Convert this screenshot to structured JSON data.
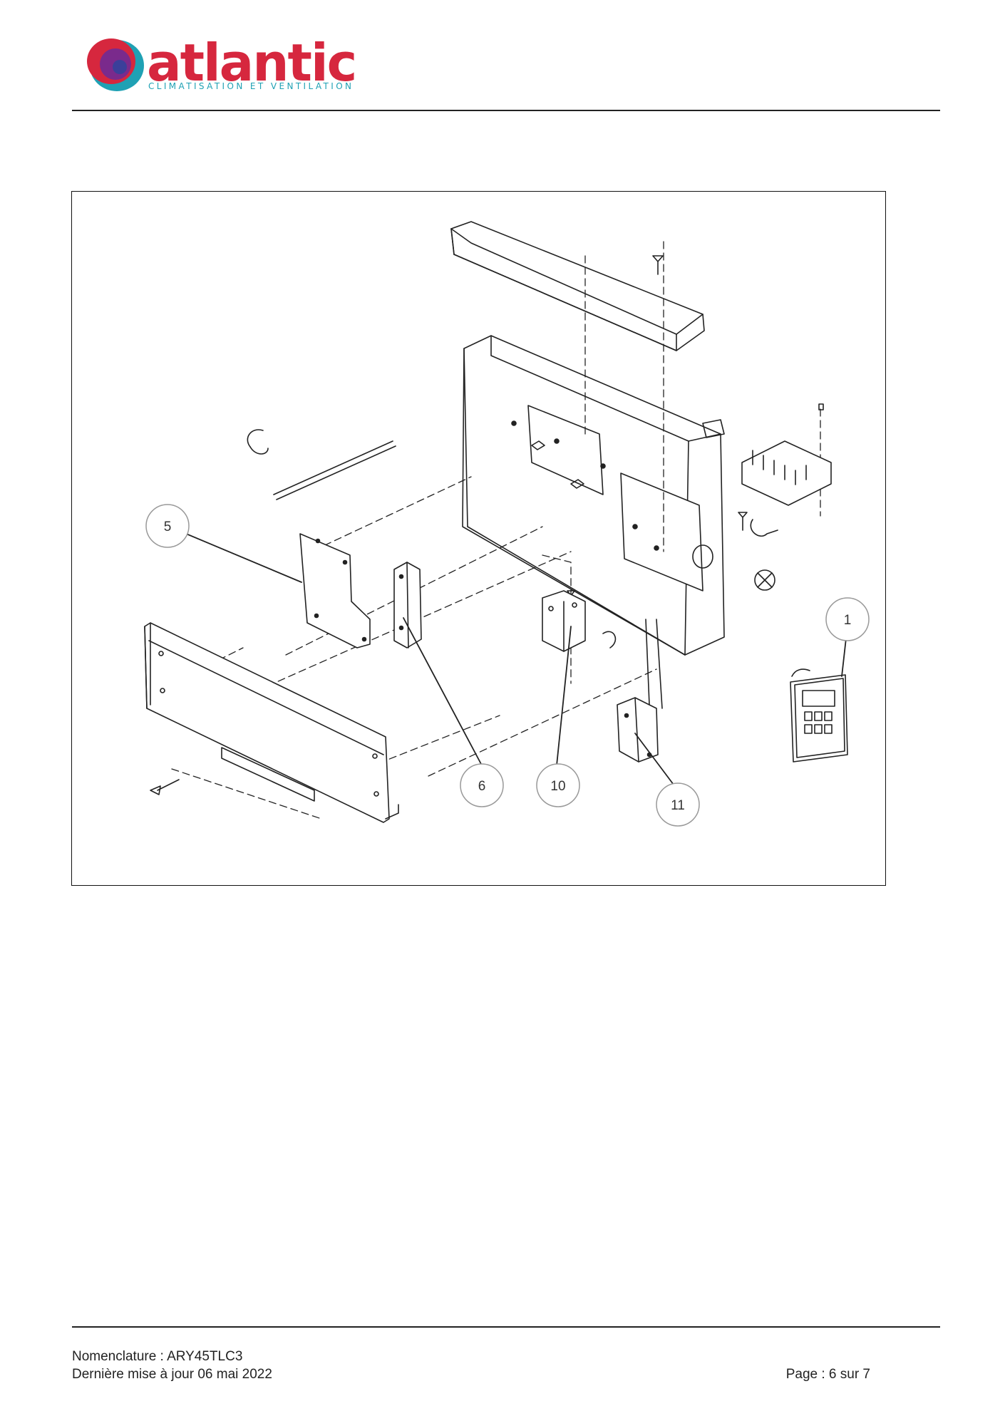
{
  "header": {
    "brand": "atlantic",
    "tagline": "CLIMATISATION ET VENTILATION",
    "brand_colors": {
      "red": "#d6273e",
      "purple": "#7a2a8c",
      "teal": "#1fa1b4"
    }
  },
  "diagram": {
    "callouts": [
      {
        "id": "callout-5",
        "label": "5"
      },
      {
        "id": "callout-6",
        "label": "6"
      },
      {
        "id": "callout-10",
        "label": "10"
      },
      {
        "id": "callout-11",
        "label": "11"
      },
      {
        "id": "callout-1",
        "label": "1"
      }
    ]
  },
  "footer": {
    "nomenclature": "Nomenclature : ARY45TLC3",
    "updated": "Dernière mise à jour 06 mai 2022",
    "page": "Page : 6 sur 7"
  }
}
